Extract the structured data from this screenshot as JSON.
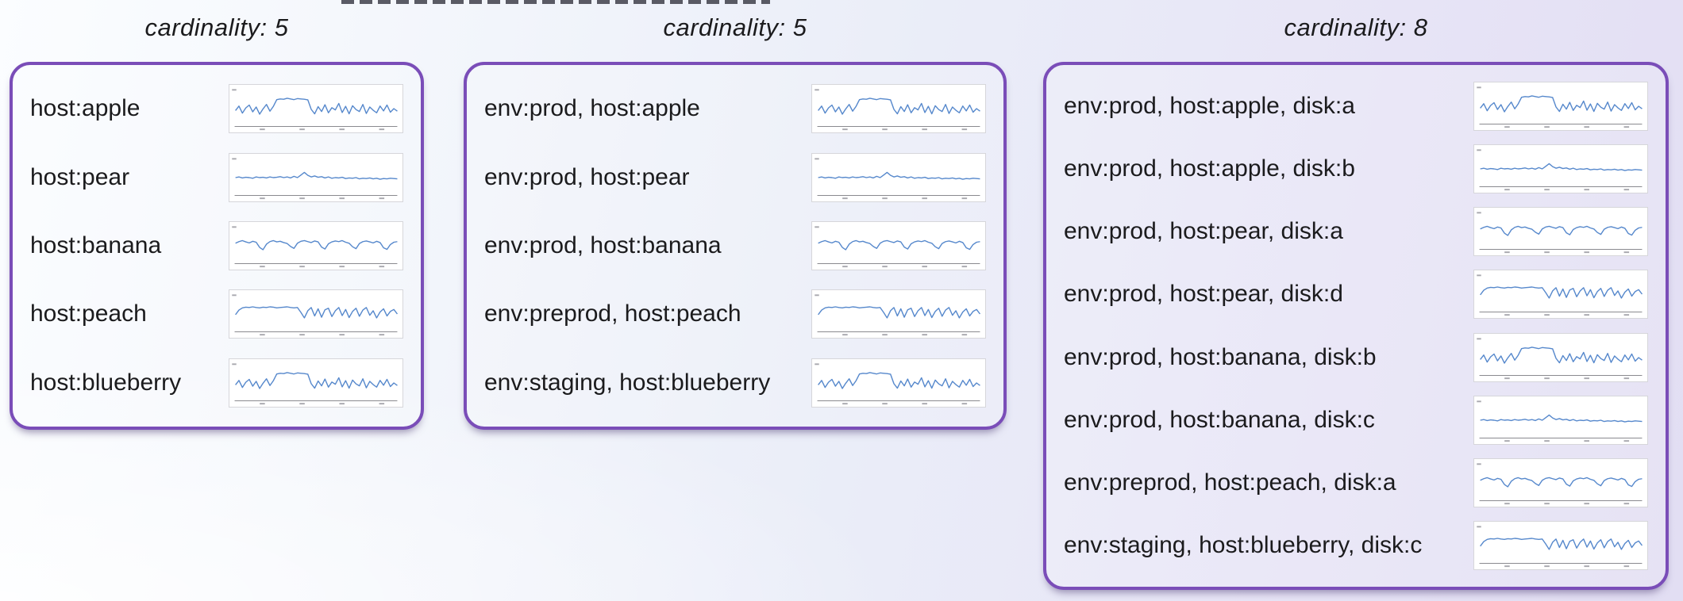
{
  "chart_data": {
    "type": "line",
    "y_range": [
      0,
      100
    ],
    "panels": [
      {
        "title": "cardinality: 5",
        "rows": [
          {
            "label": "host:apple",
            "shape": "noisy_plateau"
          },
          {
            "label": "host:pear",
            "shape": "flat_bump"
          },
          {
            "label": "host:banana",
            "shape": "wavy_dips"
          },
          {
            "label": "host:peach",
            "shape": "plateau_oscillate"
          },
          {
            "label": "host:blueberry",
            "shape": "noisy_plateau"
          }
        ]
      },
      {
        "title": "cardinality: 5",
        "rows": [
          {
            "label": "env:prod, host:apple",
            "shape": "noisy_plateau"
          },
          {
            "label": "env:prod, host:pear",
            "shape": "flat_bump"
          },
          {
            "label": "env:prod, host:banana",
            "shape": "wavy_dips"
          },
          {
            "label": "env:preprod, host:peach",
            "shape": "plateau_oscillate"
          },
          {
            "label": "env:staging, host:blueberry",
            "shape": "noisy_plateau"
          }
        ]
      },
      {
        "title": "cardinality: 8",
        "rows": [
          {
            "label": "env:prod, host:apple, disk:a",
            "shape": "noisy_plateau"
          },
          {
            "label": "env:prod, host:apple, disk:b",
            "shape": "flat_bump"
          },
          {
            "label": "env:prod, host:pear, disk:a",
            "shape": "wavy_dips"
          },
          {
            "label": "env:prod, host:pear, disk:d",
            "shape": "plateau_oscillate"
          },
          {
            "label": "env:prod, host:banana, disk:b",
            "shape": "noisy_plateau"
          },
          {
            "label": "env:prod, host:banana, disk:c",
            "shape": "flat_bump"
          },
          {
            "label": "env:preprod, host:peach, disk:a",
            "shape": "wavy_dips"
          },
          {
            "label": "env:staging, host:blueberry, disk:c",
            "shape": "plateau_oscillate"
          }
        ]
      }
    ],
    "sparkline_shapes": {
      "noisy_plateau": [
        44,
        58,
        36,
        52,
        61,
        40,
        55,
        33,
        49,
        63,
        42,
        57,
        78,
        80,
        79,
        82,
        80,
        78,
        81,
        80,
        79,
        77,
        48,
        34,
        56,
        41,
        62,
        37,
        53,
        46,
        66,
        38,
        57,
        34,
        59,
        47,
        41,
        63,
        35,
        55,
        45,
        37,
        58,
        43,
        61,
        39,
        50,
        42
      ],
      "flat_bump": [
        50,
        52,
        49,
        51,
        50,
        48,
        52,
        50,
        51,
        49,
        52,
        50,
        51,
        53,
        50,
        52,
        49,
        54,
        50,
        58,
        66,
        57,
        52,
        55,
        51,
        53,
        49,
        52,
        48,
        50,
        49,
        51,
        47,
        49,
        48,
        50,
        46,
        48,
        47,
        49,
        46,
        48,
        45,
        47,
        46,
        48,
        47,
        46
      ],
      "wavy_dips": [
        58,
        63,
        66,
        62,
        59,
        64,
        61,
        45,
        38,
        55,
        63,
        66,
        62,
        64,
        60,
        57,
        48,
        42,
        58,
        64,
        66,
        63,
        60,
        65,
        62,
        46,
        40,
        56,
        62,
        65,
        63,
        66,
        61,
        58,
        47,
        41,
        57,
        63,
        65,
        62,
        59,
        64,
        60,
        44,
        39,
        54,
        61,
        63
      ],
      "plateau_oscillate": [
        48,
        62,
        69,
        71,
        70,
        72,
        70,
        69,
        71,
        70,
        72,
        71,
        69,
        70,
        71,
        72,
        70,
        69,
        70,
        55,
        38,
        60,
        70,
        44,
        66,
        40,
        63,
        68,
        42,
        60,
        70,
        45,
        64,
        39,
        58,
        68,
        43,
        62,
        70,
        46,
        60,
        38,
        56,
        66,
        44,
        58,
        64,
        50
      ]
    }
  },
  "colors": {
    "panel_border": "#7a4db8",
    "sparkline": "#5688cc",
    "text": "#1b1b1d",
    "spark_border": "#d6d6da",
    "axis": "#8a8a8f"
  }
}
